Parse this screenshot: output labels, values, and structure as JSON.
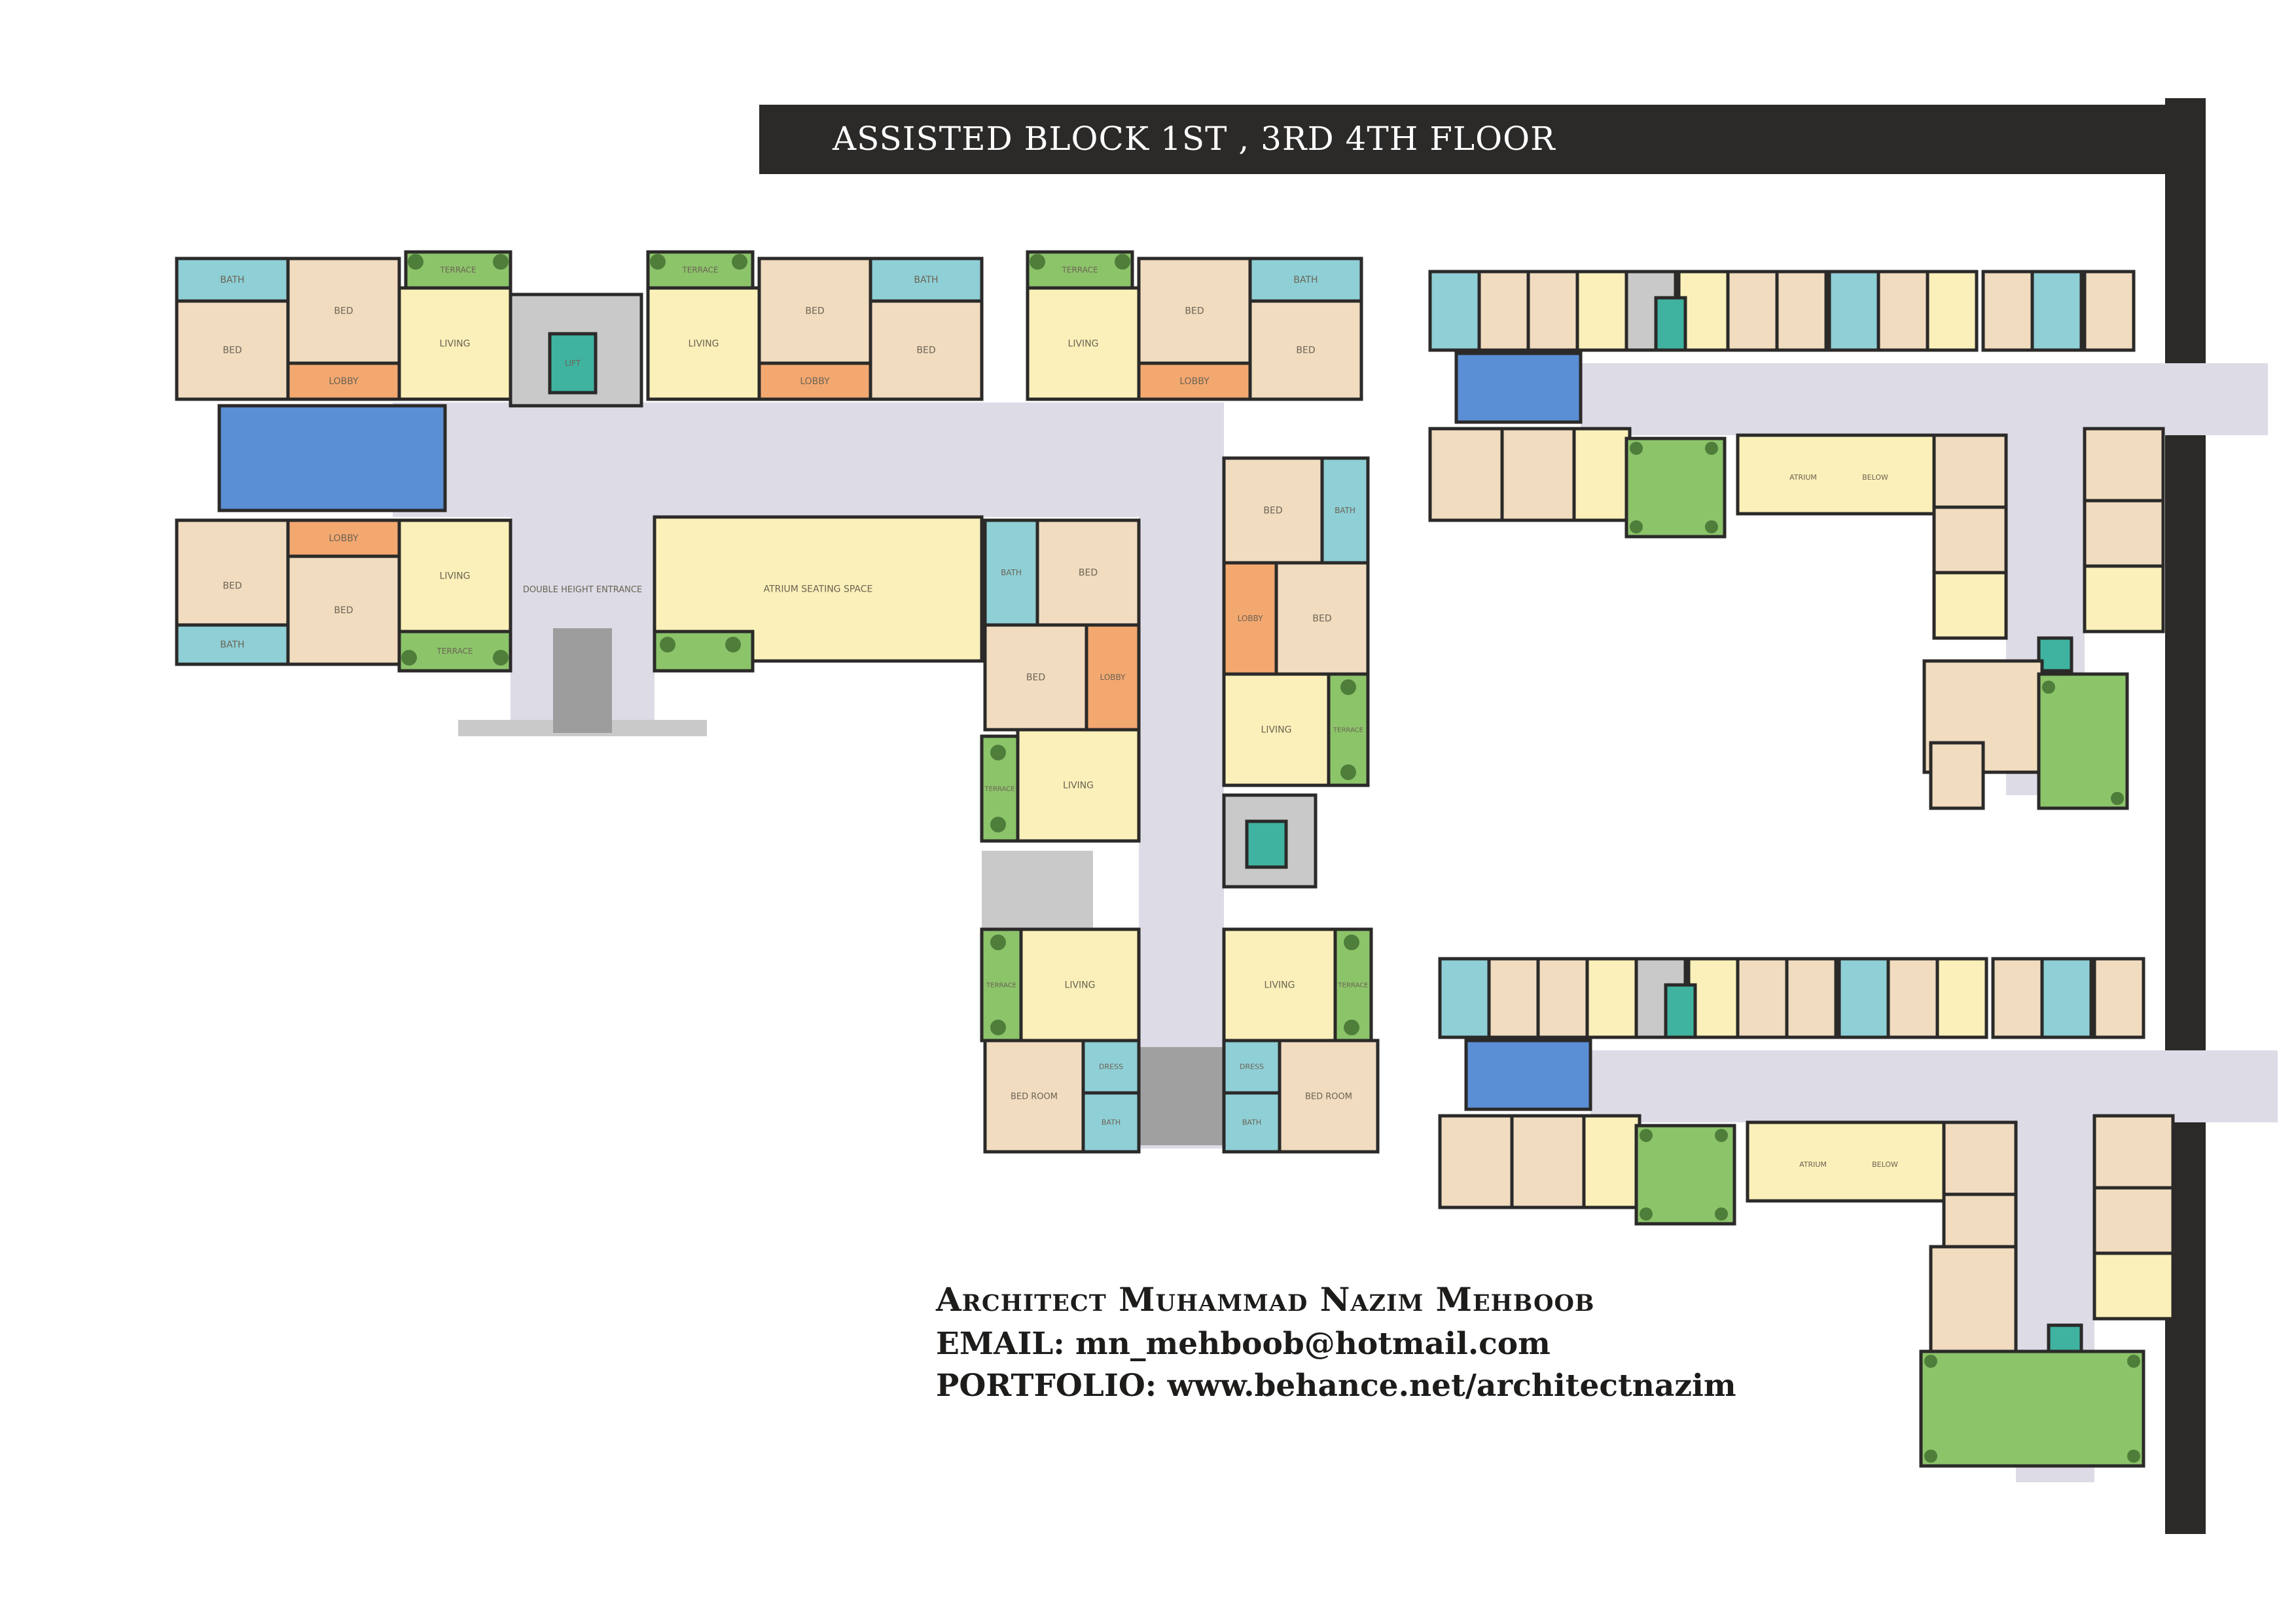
{
  "banner": {
    "title": "ASSISTED BLOCK 1ST , 3RD 4TH FLOOR"
  },
  "plan_labels": {
    "bed": "BED",
    "bath": "BATH",
    "lobby": "LOBBY",
    "living": "LIVING",
    "terrace": "TERRACE",
    "lift": "LIFT",
    "bed_room": "BED ROOM",
    "dress": "DRESS",
    "double_height_entrance": "DOUBLE HEIGHT ENTRANCE",
    "atrium_seating_space": "ATRIUM SEATING SPACE",
    "atrium": "ATRIUM",
    "below": "BELOW",
    "green": "TERRACE"
  },
  "credits": {
    "name": "Architect Muhammad Nazim Mehboob",
    "email": "EMAIL: mn_mehboob@hotmail.com",
    "portfolio": "PORTFOLIO: www.behance.net/architectnazim"
  },
  "colors": {
    "wall": "#2b2a29",
    "corridor": "#dddbe6",
    "bedroom": "#f1dcc0",
    "living": "#fbf0b9",
    "bath": "#8fcfd6",
    "lobby": "#f3a870",
    "pool": "#5b8fd5",
    "terrace": "#8cc46a",
    "lift": "#3fb3a0",
    "stair": "#c9c9c9"
  }
}
